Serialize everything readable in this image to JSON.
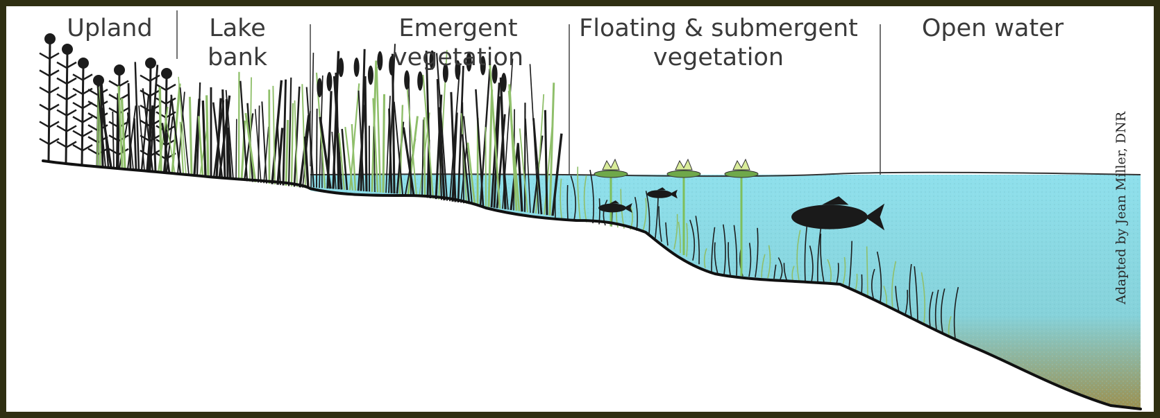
{
  "zones": [
    {
      "id": "upland",
      "label": "Upland"
    },
    {
      "id": "lake-bank",
      "label": "Lake\nbank"
    },
    {
      "id": "emergent",
      "label": "Emergent\nvegetation"
    },
    {
      "id": "floating",
      "label": "Floating & submergent\nvegetation"
    },
    {
      "id": "open-water",
      "label": "Open water"
    }
  ],
  "credit": "Adapted by Jean Miller, DNR",
  "colors": {
    "frame": "#2f2f12",
    "water": "#7fd8e6",
    "sediment": "#9c8f4e",
    "plants": "#1c1c1c",
    "plants_light": "#8fbf6a",
    "fish": "#1a1a1a",
    "text": "#3a3a3a"
  },
  "icons": [
    "upland-plants",
    "bank-grasses",
    "emergent-reeds",
    "lily-pad-flowers",
    "submerged-weeds",
    "small-fish",
    "large-fish"
  ]
}
